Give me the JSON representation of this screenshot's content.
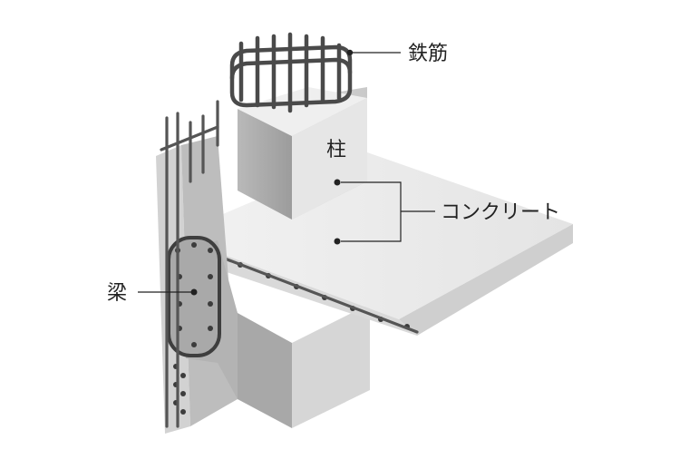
{
  "labels": {
    "rebar": "鉄筋",
    "column": "柱",
    "concrete": "コンクリート",
    "beam": "梁"
  }
}
